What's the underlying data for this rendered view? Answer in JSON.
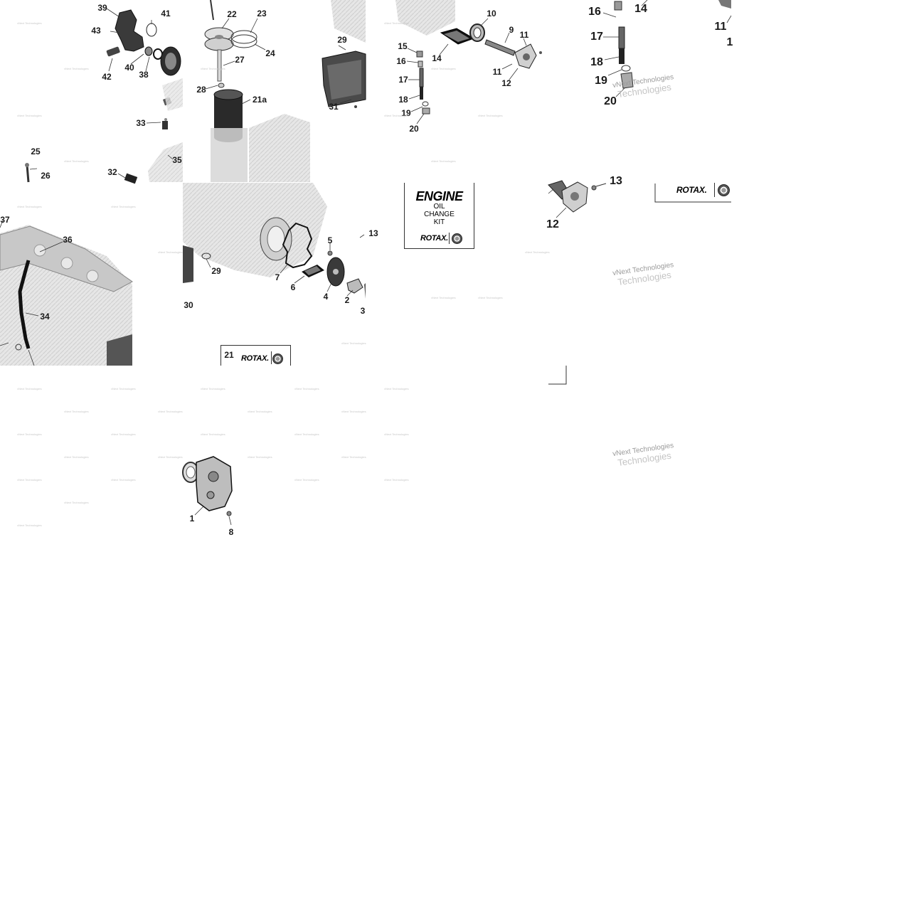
{
  "diagram": {
    "watermark_lines": [
      "vNext Technologies",
      "Technologies"
    ],
    "tiny_watermark": "vNext Technologies",
    "brand": "ROTAX.",
    "kit": {
      "title": "ENGINE",
      "lines": [
        "OIL",
        "CHANGE",
        "KIT"
      ]
    },
    "kit_ref": "21",
    "labels": {
      "l39": "39",
      "l41": "41",
      "l43": "43",
      "l40": "40",
      "l38": "38",
      "l42": "42",
      "l33": "33",
      "l25": "25",
      "l26": "26",
      "l32": "32",
      "l35": "35",
      "l22": "22",
      "l23": "23",
      "l24": "24",
      "l27": "27",
      "l28": "28",
      "l21a": "21a",
      "l29a": "29",
      "l31": "31",
      "l10": "10",
      "l9": "9",
      "l11a": "11",
      "l15": "15",
      "l16a": "16",
      "l17a": "17",
      "l18a": "18",
      "l19a": "19",
      "l20a": "20",
      "l14a": "14",
      "l11b": "11",
      "l12a": "12",
      "l16b": "16",
      "l14b": "14",
      "l17b": "17",
      "l18b": "18",
      "l19b": "19",
      "l20b": "20",
      "l11c": "11",
      "l1top": "1",
      "l37": "37",
      "l36": "36",
      "l34": "34",
      "l29b": "29",
      "l30": "30",
      "l7": "7",
      "l6": "6",
      "l5": "5",
      "l4": "4",
      "l2": "2",
      "l3": "3",
      "l13": "13",
      "l12b": "12",
      "l13b": "13",
      "l1": "1",
      "l8": "8"
    }
  }
}
